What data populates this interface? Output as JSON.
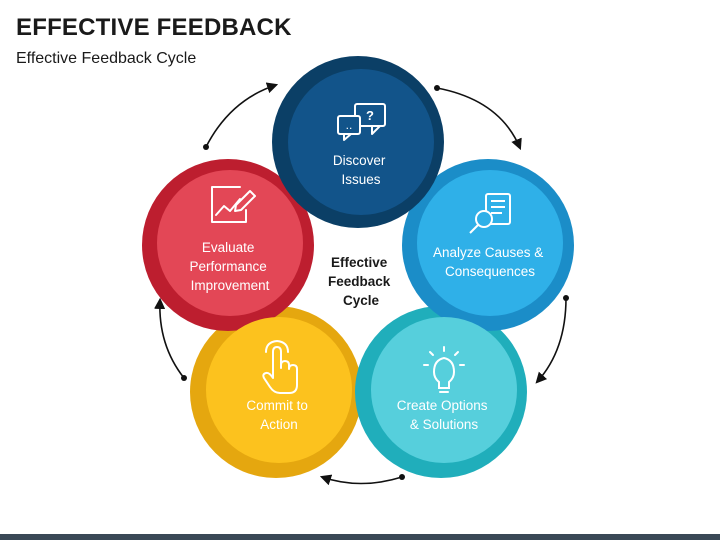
{
  "header": {
    "title": "EFFECTIVE FEEDBACK",
    "subtitle": "Effective Feedback Cycle"
  },
  "center": {
    "lines": [
      "Effective",
      "Feedback",
      "Cycle"
    ]
  },
  "steps": [
    {
      "lines": [
        "Discover",
        "Issues"
      ],
      "icon": "chat-question-icon",
      "color_outer": "#0b3f66",
      "color_inner": "#12548a"
    },
    {
      "lines": [
        "Analyze Causes &",
        "Consequences"
      ],
      "icon": "document-magnifier-icon",
      "color_outer": "#1b8dc8",
      "color_inner": "#2fb0e8"
    },
    {
      "lines": [
        "Create Options",
        "& Solutions"
      ],
      "icon": "lightbulb-icon",
      "color_outer": "#20aebb",
      "color_inner": "#56cfdc"
    },
    {
      "lines": [
        "Commit to",
        "Action"
      ],
      "icon": "hand-pointer-icon",
      "color_outer": "#e5a70f",
      "color_inner": "#fcc21e"
    },
    {
      "lines": [
        "Evaluate",
        "Performance",
        "Improvement"
      ],
      "icon": "chart-pencil-icon",
      "color_outer": "#bd1e2f",
      "color_inner": "#e34756"
    }
  ],
  "colors": {
    "arrow": "#111111",
    "bottom_bar": "#3a4856"
  }
}
